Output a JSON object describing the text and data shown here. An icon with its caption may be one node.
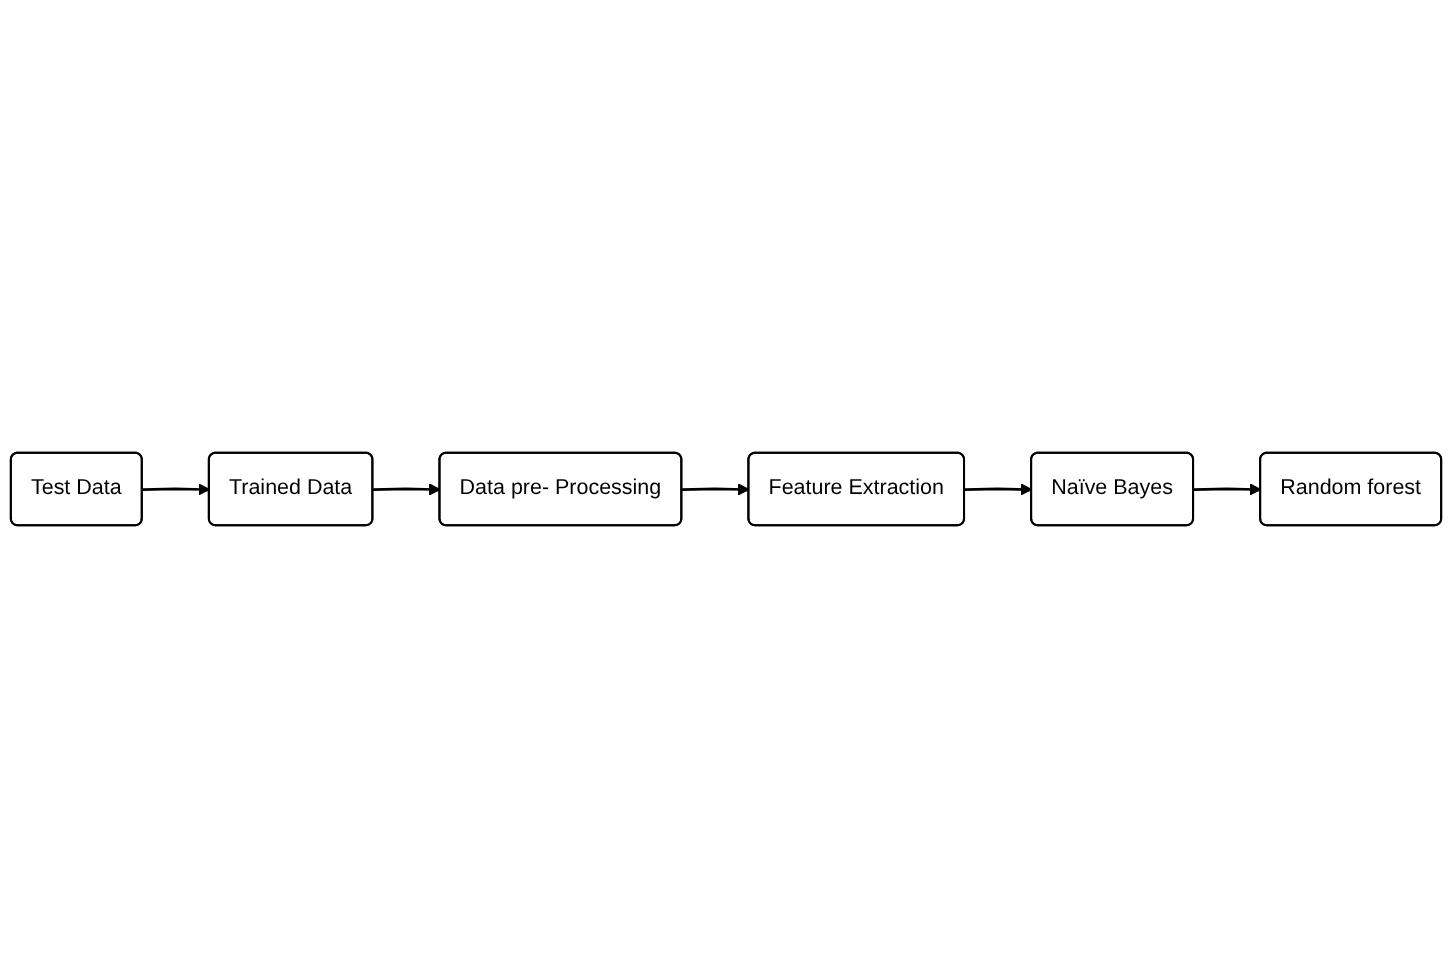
{
  "diagram": {
    "nodes": [
      {
        "text": [
          "Trained Data"
        ]
      },
      {
        "text": [
          "Data pre- Processing"
        ]
      },
      {
        "text": [
          "Feature Extraction"
        ]
      },
      {
        "text": [
          "Test Data"
        ]
      },
      {
        "text": [
          "Naïve Bayes"
        ]
      },
      {
        "text": [
          "Random forest"
        ]
      }
    ],
    "edges": [
      {
        "from": 0,
        "to": 1,
        "arrow": "to"
      },
      {
        "from": 1,
        "to": 2,
        "arrow": "to"
      },
      {
        "from": 3,
        "to": 0,
        "arrow": "to"
      },
      {
        "from": 2,
        "to": 4,
        "arrow": "to"
      },
      {
        "from": 4,
        "to": 5,
        "arrow": "to"
      }
    ]
  }
}
